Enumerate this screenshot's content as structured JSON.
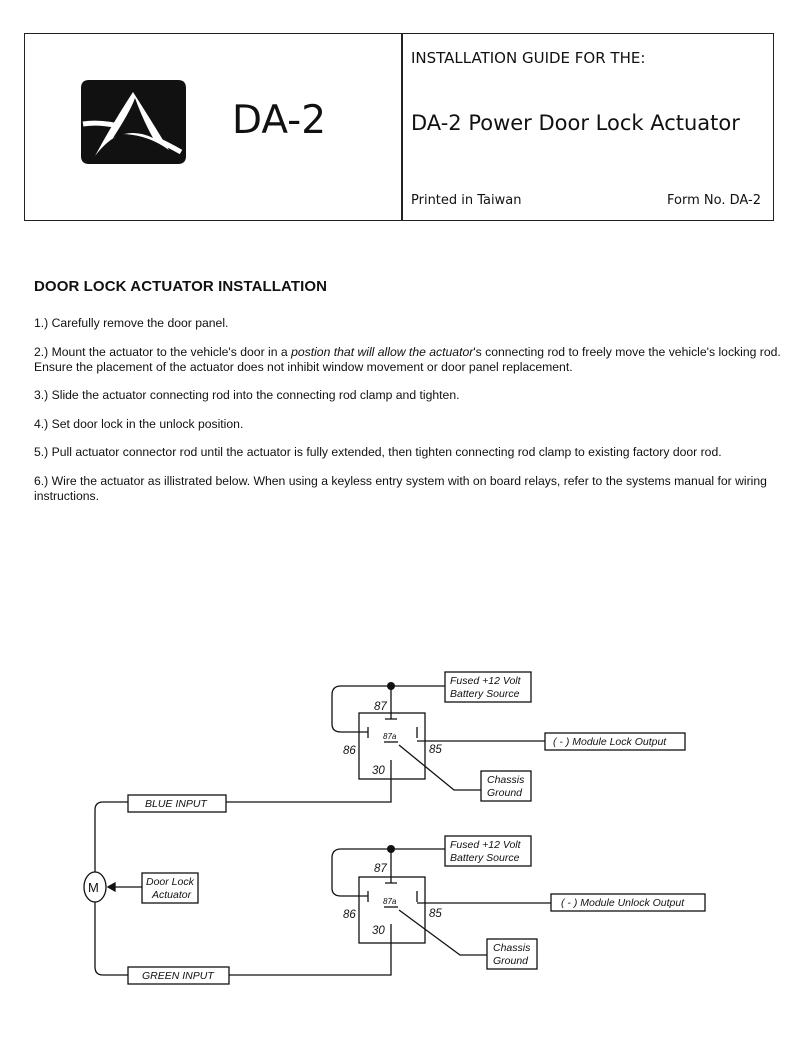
{
  "header": {
    "model": "DA-2",
    "guide_label": "INSTALLATION GUIDE FOR THE:",
    "product_title": "DA-2 Power Door Lock Actuator",
    "printed": "Printed in Taiwan",
    "form_no": "Form No. DA-2",
    "logo_icon": "delta-logo-icon"
  },
  "section": {
    "heading": "DOOR LOCK ACTUATOR INSTALLATION",
    "steps": [
      {
        "before": "1.) Carefully remove the door panel.",
        "italic": "",
        "after": ""
      },
      {
        "before": "2.) Mount the actuator to the vehicle's door in a ",
        "italic": "postion that will allow the actuator",
        "after": "'s connecting rod to freely move the vehicle's locking rod. Ensure the placement of the actuator does not inhibit window movement or door panel replacement."
      },
      {
        "before": "3.) Slide the actuator connecting rod into the connecting rod clamp and tighten.",
        "italic": "",
        "after": ""
      },
      {
        "before": "4.) Set door lock in the unlock position.",
        "italic": "",
        "after": ""
      },
      {
        "before": "5.) Pull actuator connector rod until the actuator is fully extended, then tighten connecting rod clamp to existing factory door rod.",
        "italic": "",
        "after": ""
      },
      {
        "before": "6.) Wire the actuator as illistrated below. When using a keyless entry system with on board relays, refer to the systems manual for wiring instructions.",
        "italic": "",
        "after": ""
      }
    ]
  },
  "diagram": {
    "lock_relay": {
      "battery_label_1": "Fused +12 Volt",
      "battery_label_2": "Battery Source",
      "pin_87": "87",
      "pin_87a": "87a",
      "pin_86": "86",
      "pin_85": "85",
      "pin_30": "30",
      "output_label": "( - ) Module Lock Output",
      "ground_label_1": "Chassis",
      "ground_label_2": "Ground"
    },
    "unlock_relay": {
      "battery_label_1": "Fused +12 Volt",
      "battery_label_2": "Battery Source",
      "pin_87": "87",
      "pin_87a": "87a",
      "pin_86": "86",
      "pin_85": "85",
      "pin_30": "30",
      "output_label": "( - ) Module Unlock Output",
      "ground_label_1": "Chassis",
      "ground_label_2": "Ground"
    },
    "blue_input": "BLUE INPUT",
    "green_input": "GREEN INPUT",
    "motor_symbol": "M",
    "actuator_label_1": "Door Lock",
    "actuator_label_2": "Actuator"
  }
}
